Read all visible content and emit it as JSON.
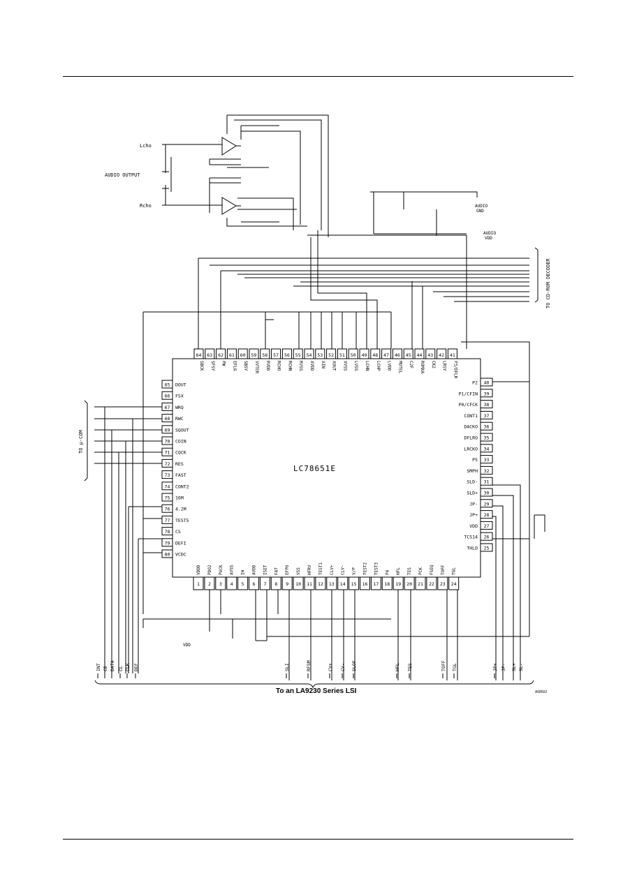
{
  "chip": {
    "name": "LC78651E"
  },
  "pins_top": [
    {
      "num": "64",
      "name": "SBCK"
    },
    {
      "num": "63",
      "name": "SFSY"
    },
    {
      "num": "62",
      "name": "PW"
    },
    {
      "num": "61",
      "name": "EFLG"
    },
    {
      "num": "60",
      "name": "SBSY"
    },
    {
      "num": "59",
      "name": "VVTER"
    },
    {
      "num": "58",
      "name": "RVDD"
    },
    {
      "num": "57",
      "name": "RCHO"
    },
    {
      "num": "56",
      "name": "RCHN"
    },
    {
      "num": "55",
      "name": "RVSS"
    },
    {
      "num": "54",
      "name": "XVDD"
    },
    {
      "num": "53",
      "name": "XIN"
    },
    {
      "num": "52",
      "name": "XOUT"
    },
    {
      "num": "51",
      "name": "XVSS"
    },
    {
      "num": "50",
      "name": "LVSS"
    },
    {
      "num": "49",
      "name": "LCHN"
    },
    {
      "num": "48",
      "name": "LCHP"
    },
    {
      "num": "47",
      "name": "LVDD"
    },
    {
      "num": "46",
      "name": "MUTEL"
    },
    {
      "num": "45",
      "name": "C2F"
    },
    {
      "num": "44",
      "name": "ROMXA"
    },
    {
      "num": "43",
      "name": "CK2"
    },
    {
      "num": "42",
      "name": "LRSY"
    },
    {
      "num": "41",
      "name": "P3/DFLR"
    }
  ],
  "pins_left": [
    {
      "num": "65",
      "name": "DOUT"
    },
    {
      "num": "66",
      "name": "FSX"
    },
    {
      "num": "67",
      "name": "WRQ"
    },
    {
      "num": "68",
      "name": "RWC"
    },
    {
      "num": "69",
      "name": "SQOUT"
    },
    {
      "num": "70",
      "name": "COIN"
    },
    {
      "num": "71",
      "name": "CQCK"
    },
    {
      "num": "72",
      "name": "RES"
    },
    {
      "num": "73",
      "name": "FAST"
    },
    {
      "num": "74",
      "name": "CONT2"
    },
    {
      "num": "75",
      "name": "16M"
    },
    {
      "num": "76",
      "name": "4.2M"
    },
    {
      "num": "77",
      "name": "TEST5"
    },
    {
      "num": "78",
      "name": "CS"
    },
    {
      "num": "79",
      "name": "DEFI"
    },
    {
      "num": "80",
      "name": "VCDC"
    }
  ],
  "pins_right": [
    {
      "num": "40",
      "name": "P2"
    },
    {
      "num": "39",
      "name": "P1/CFIN"
    },
    {
      "num": "38",
      "name": "P0/CFCK"
    },
    {
      "num": "37",
      "name": "CONT1"
    },
    {
      "num": "36",
      "name": "DACKO"
    },
    {
      "num": "35",
      "name": "DFLRO"
    },
    {
      "num": "34",
      "name": "LRCKO"
    },
    {
      "num": "33",
      "name": "P5"
    },
    {
      "num": "32",
      "name": "SMPH"
    },
    {
      "num": "31",
      "name": "SLD-"
    },
    {
      "num": "30",
      "name": "SLD+"
    },
    {
      "num": "29",
      "name": "JP-"
    },
    {
      "num": "28",
      "name": "JP+"
    },
    {
      "num": "27",
      "name": "VDD"
    },
    {
      "num": "26",
      "name": "TCS14"
    },
    {
      "num": "25",
      "name": "THLD"
    }
  ],
  "pins_bottom": [
    {
      "num": "1",
      "name": "VDDD"
    },
    {
      "num": "2",
      "name": "PDO2"
    },
    {
      "num": "3",
      "name": "PUCK"
    },
    {
      "num": "4",
      "name": "AVSS"
    },
    {
      "num": "5",
      "name": "IH"
    },
    {
      "num": "6",
      "name": "AVDD"
    },
    {
      "num": "7",
      "name": "ISET"
    },
    {
      "num": "8",
      "name": "FAT"
    },
    {
      "num": "9",
      "name": "EFPO"
    },
    {
      "num": "10",
      "name": "VSS"
    },
    {
      "num": "11",
      "name": "HFRV"
    },
    {
      "num": "12",
      "name": "TEST1"
    },
    {
      "num": "13",
      "name": "CLV+"
    },
    {
      "num": "14",
      "name": "CLV-"
    },
    {
      "num": "15",
      "name": "V/P"
    },
    {
      "num": "16",
      "name": "TEST2"
    },
    {
      "num": "17",
      "name": "TEST3"
    },
    {
      "num": "18",
      "name": "P4"
    },
    {
      "num": "19",
      "name": "HFL"
    },
    {
      "num": "20",
      "name": "TES"
    },
    {
      "num": "21",
      "name": "PCK"
    },
    {
      "num": "22",
      "name": "FSEQ"
    },
    {
      "num": "23",
      "name": "TOFF"
    },
    {
      "num": "24",
      "name": "TGL"
    }
  ],
  "labels": {
    "lchout": "Lchо",
    "rchout": "Rchо",
    "audio_output": "AUDIO OUTPUT",
    "audio_gnd_1": "AUDIO",
    "audio_gnd_2": "GND",
    "audio_vdd_1": "AUDIO",
    "audio_vdd_2": "VDD",
    "to_cdrom": "TO CD-ROM DECODER",
    "to_ucom": "TO μ-COM",
    "vdd": "VDD"
  },
  "bottom_signals": [
    {
      "name": "INT"
    },
    {
      "name": "CE"
    },
    {
      "name": "DATA"
    },
    {
      "name": "CL"
    },
    {
      "name": "CLK"
    },
    {
      "name": "DEF"
    },
    {
      "name": "SLI"
    },
    {
      "name": "RFSM"
    },
    {
      "name": "CV+"
    },
    {
      "name": "CV-"
    },
    {
      "name": "SLOF"
    },
    {
      "name": "HFL"
    },
    {
      "name": "TES"
    },
    {
      "name": "TOFF"
    },
    {
      "name": "TGL"
    },
    {
      "name": "JP+"
    },
    {
      "name": "JP-"
    },
    {
      "name": "SL+"
    },
    {
      "name": "SL-"
    }
  ],
  "caption": "To an LA9230 Series LSI",
  "figure_code": "A08502"
}
